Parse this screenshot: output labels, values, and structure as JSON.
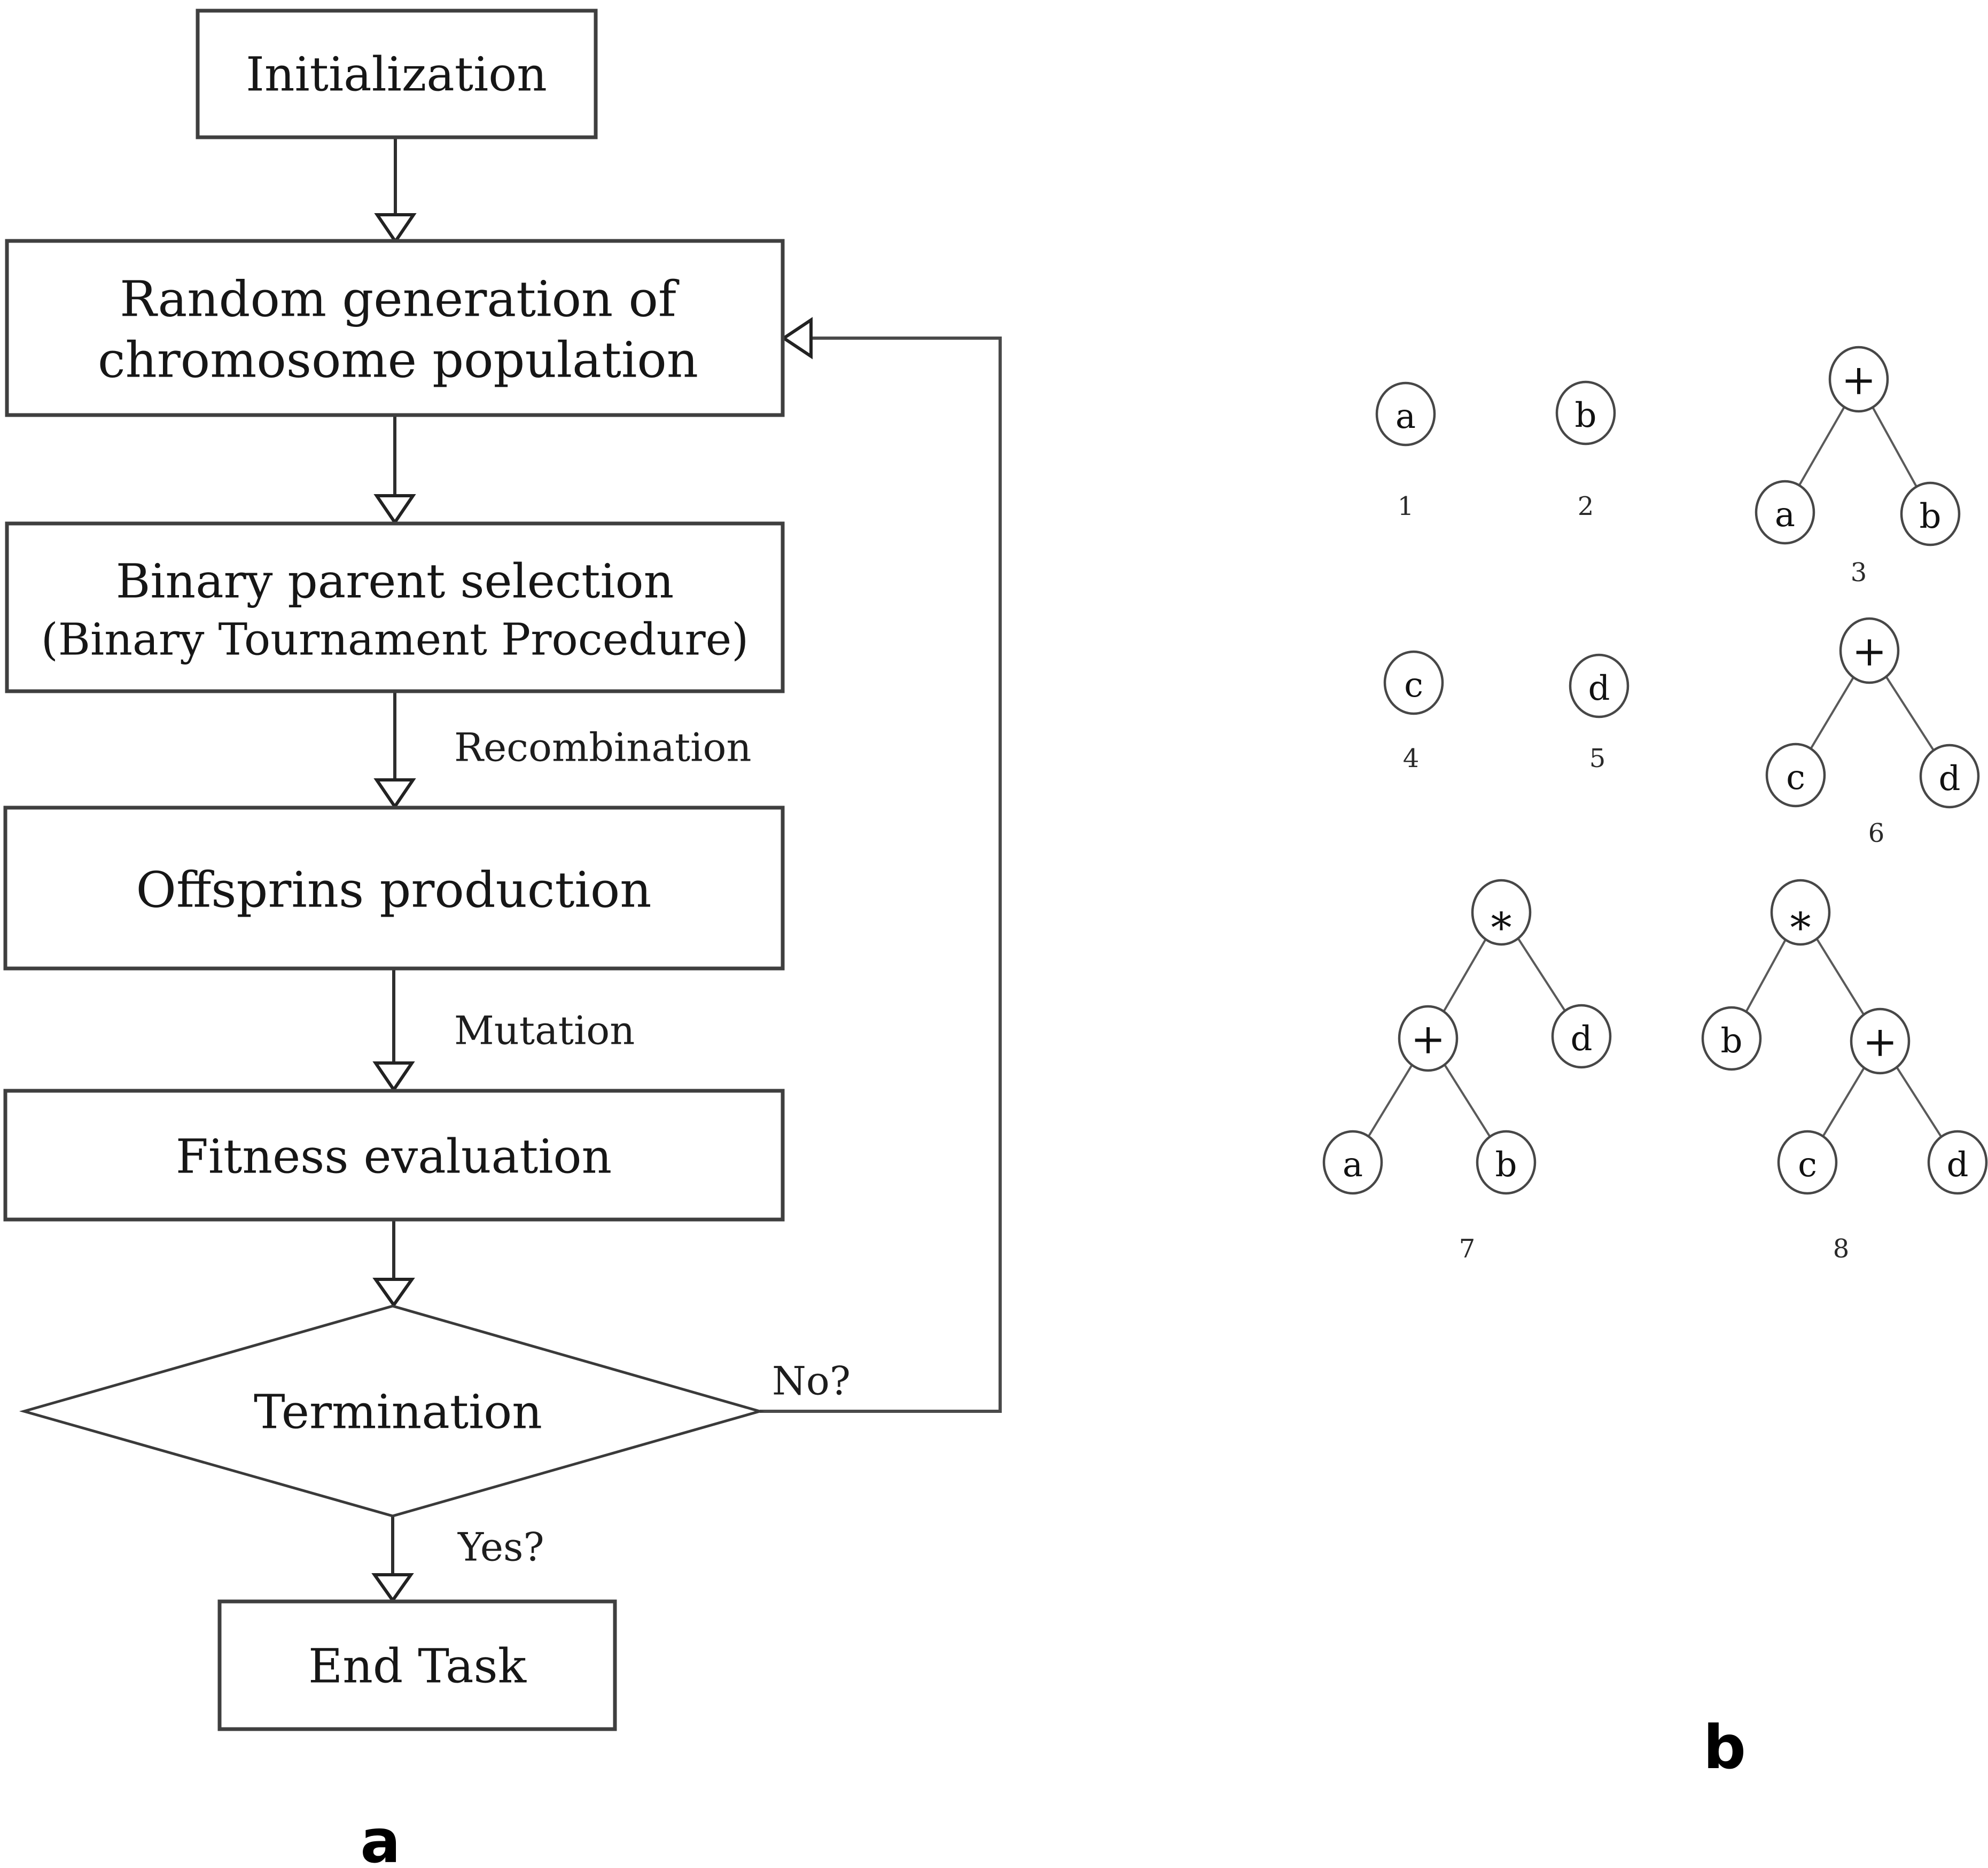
{
  "colors": {
    "background": "#ffffff",
    "ink": "#2e2e2e"
  },
  "panels": {
    "a_label": "a",
    "b_label": "b"
  },
  "flowchart": {
    "boxes": {
      "initialization": "Initialization",
      "random_line1": "Random generation of",
      "random_line2": "chromosome population",
      "binary_line1": "Binary parent selection",
      "binary_line2": "(Binary Tournament Procedure)",
      "offspring": "Offsprins production",
      "fitness": "Fitness evaluation",
      "termination": "Termination",
      "end_task": "End Task"
    },
    "edge_labels": {
      "recombination": "Recombination",
      "mutation": "Mutation",
      "no": "No?",
      "yes": "Yes?"
    }
  },
  "trees": [
    {
      "number": "1",
      "root": {
        "label": "a"
      }
    },
    {
      "number": "2",
      "root": {
        "label": "b"
      }
    },
    {
      "number": "3",
      "root": {
        "label": "+",
        "children": [
          {
            "label": "a"
          },
          {
            "label": "b"
          }
        ]
      }
    },
    {
      "number": "4",
      "root": {
        "label": "c"
      }
    },
    {
      "number": "5",
      "root": {
        "label": "d"
      }
    },
    {
      "number": "6",
      "root": {
        "label": "+",
        "children": [
          {
            "label": "c"
          },
          {
            "label": "d"
          }
        ]
      }
    },
    {
      "number": "7",
      "root": {
        "label": "*",
        "children": [
          {
            "label": "+",
            "children": [
              {
                "label": "a"
              },
              {
                "label": "b"
              }
            ]
          },
          {
            "label": "d"
          }
        ]
      }
    },
    {
      "number": "8",
      "root": {
        "label": "*",
        "children": [
          {
            "label": "b"
          },
          {
            "label": "+",
            "children": [
              {
                "label": "c"
              },
              {
                "label": "d"
              }
            ]
          }
        ]
      }
    }
  ]
}
